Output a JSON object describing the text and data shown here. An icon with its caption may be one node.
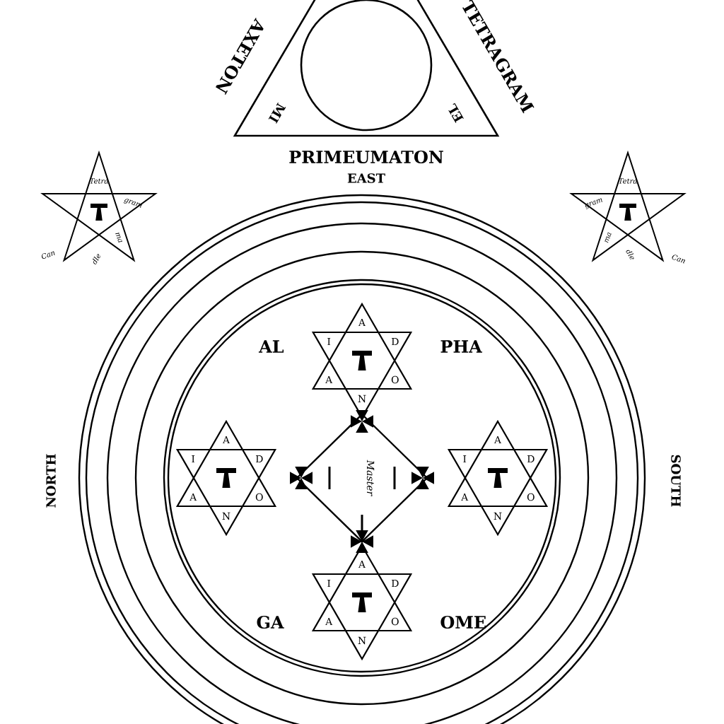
{
  "diagram": {
    "nodes": [
      {
        "text": [
          "MI",
          "EL"
        ]
      },
      {
        "text": [],
        "shape": "circle",
        "in": 0
      },
      {
        "text": [
          "Tetra",
          "gram",
          "ma",
          "Can",
          "dle"
        ]
      },
      {
        "text": [
          "Tetra",
          "gram",
          "ma",
          "dle",
          "Can"
        ]
      },
      {
        "text": [
          "A",
          "I",
          "D",
          "A",
          "O",
          "N"
        ],
        "beside": [
          "AL",
          "PHA"
        ]
      },
      {
        "text": [
          "A",
          "I",
          "D",
          "A",
          "O",
          "N"
        ]
      },
      {
        "text": [
          "Master"
        ]
      },
      {
        "text": [
          "A",
          "I",
          "D",
          "A",
          "O",
          "N"
        ]
      },
      {
        "text": [
          "A",
          "I",
          "D",
          "A",
          "O",
          "N"
        ],
        "beside": [
          "GA",
          "OME"
        ]
      }
    ],
    "labels": [
      "AXETON",
      "TETRAGRAM",
      "PRIMEUMATON",
      "EAST",
      "NORTH",
      "SOUTH"
    ]
  }
}
